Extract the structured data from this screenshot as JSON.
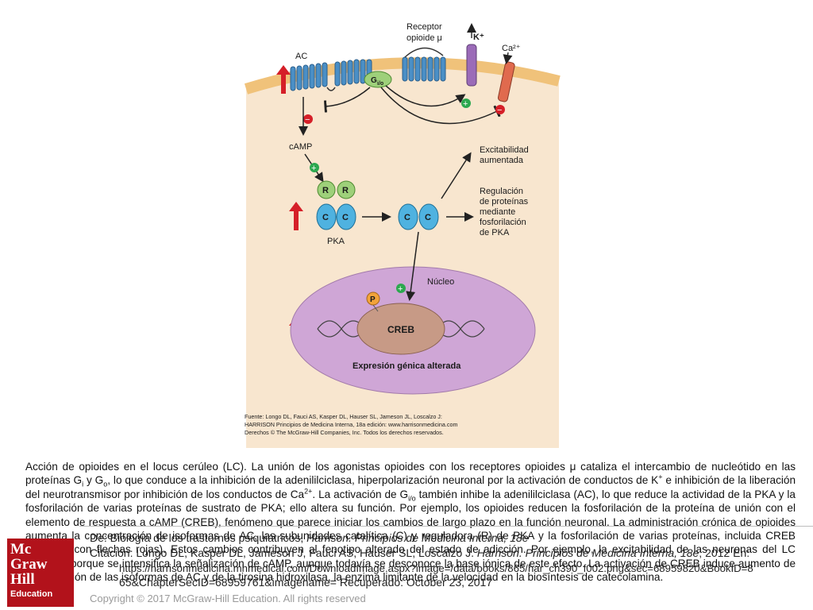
{
  "figure": {
    "labels": {
      "receptor": "Receptor opioide μ",
      "ac": "AC",
      "gio": "Gi/o",
      "k": "K+",
      "ca": "Ca2+",
      "camp": "cAMP",
      "pka": "PKA",
      "r": "R",
      "c": "C",
      "excitabilidad": "Excitabilidad aumentada",
      "regulacion": "Regulación de proteínas mediante fosforilación de PKA",
      "nucleo": "Núcleo",
      "p": "P",
      "creb": "CREB",
      "expresion": "Expresión génica alterada",
      "plus": "+",
      "minus": "−"
    },
    "source_lines": [
      "Fuente: Longo DL, Fauci AS, Kasper DL, Hauser SL, Jameson JL, Loscalzo J:",
      "HARRISON Principios de Medicina Interna, 18a edición: www.harrisonmedicina.com",
      "Derechos © The McGraw-Hill Companies, Inc. Todos los derechos reservados."
    ],
    "colors": {
      "cell": "#f8e6cf",
      "membrane": "#f0c27a",
      "receptor": "#4a8fc6",
      "gio": "#9ed07a",
      "pka_r": "#9ed07a",
      "pka_c": "#4fb2e0",
      "nucleus": "#cfa6d6",
      "creb": "#c79a86",
      "k_channel": "#9b6bb8",
      "ca_channel": "#e06a4e",
      "up_arrow": "#d51f28",
      "plus": "#2ca84f",
      "minus": "#d51f28",
      "p_badge": "#f2a33a"
    }
  },
  "caption": {
    "p1": "Acción de opioides en el locus cerúleo (LC). La unión de los agonistas opioides con los receptores opioides μ cataliza el intercambio de nucleótido en las proteínas G",
    "sub_i": "i",
    "p2": " y G",
    "sub_o": "o",
    "p3": ", lo que conduce a la inhibición de la adenililciclasa, hiperpolarización neuronal por la activación de conductos de K",
    "sup_plus": "+",
    "p4": " e inhibición de la liberación del neurotransmisor por inhibición de los conductos de Ca",
    "sup_2plus": "2+",
    "p5": ". La activación de G",
    "sub_io": "i/o",
    "p6": " también inhibe la adenililciclasa (AC), lo que reduce la actividad de la PKA y la fosforilación de varias proteínas de sustrato de PKA; ello altera su función. Por ejemplo, los opioides reducen la fosforilación de la proteína de unión con el elemento de respuesta a cAMP (CREB), fenómeno que parece iniciar los cambios de largo plazo en la función neuronal. La administración crónica de opioides aumenta la concentración de isoformas de AC, las subunidades catalítica (C) y reguladora (R) de PKA y la fosforilación de varias proteínas, incluida CREB (indicada con flechas rojas). Estos cambios contribuyen al fenotipo alterado del estado de adicción. Por ejemplo, la excitabilidad de las neuronas del LC aumenta porque se intensifica la señalización de cAMP, aunque todavía se desconoce la base iónica de este efecto. La activación de CREB induce aumento de la regulación de las isoformas de AC y de la tirosina hidroxilasa, la enzima limitante de la velocidad en la biosíntesis de catecolamina."
  },
  "source": {
    "line1_prefix": "De: Biología de los trastornos psiquiátricos, ",
    "line1_title": "Harrison. Principios de Medicina Interna, 18e",
    "line2_prefix": "Citación: Longo DL, Kasper DL, Jameson J, Fauci AS, Hauser SL, Loscalzo J. ",
    "line2_title": "Harrison. Principios de Medicina Interna, 18e",
    "line2_suffix": "; 2012 En:",
    "line3": "https://harrisonmedicina.mhmedical.com/DownloadImage.aspx?image=/data/books/865/har_ch390_f002.png&sec=68959820&BookID=8",
    "line4": "65&ChapterSecID=68959761&imagename= Recuperado: October 23, 2017"
  },
  "logo": {
    "line1": "Mc",
    "line2": "Graw",
    "line3": "Hill",
    "line4": "Education"
  },
  "copyright": "Copyright © 2017 McGraw-Hill Education. All rights reserved"
}
